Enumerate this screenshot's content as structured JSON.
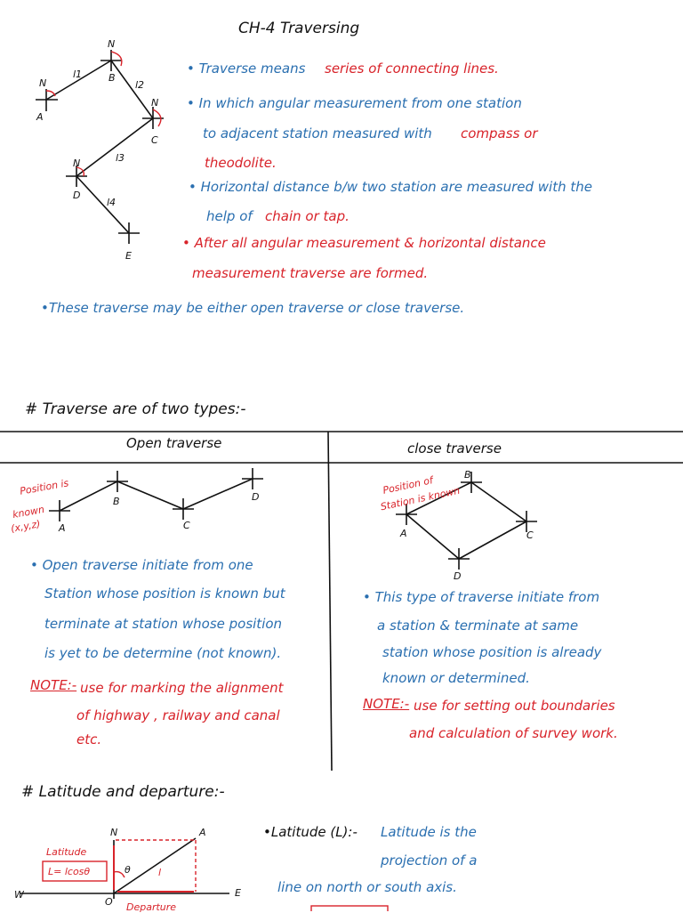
{
  "title": "CH-4 Traversing",
  "intro": {
    "b1_part1": "• Traverse means",
    "b1_part2": "series of connecting lines.",
    "b2_line1": "• In which angular measurement from one station",
    "b2_line2a": "to adjacent station measured with",
    "b2_line2b": "compass or",
    "b2_line3": "theodolite.",
    "b3_line1a": "• Horizontal distance b/w two station are measured with the",
    "b3_line2a": "help of",
    "b3_line2b": "chain or tap.",
    "b4_line1": "• After all angular measurement & horizontal distance",
    "b4_line2": "measurement traverse are formed.",
    "b5": "•These traverse may be either open traverse or close traverse."
  },
  "diagram1": {
    "stations": [
      "A",
      "B",
      "C",
      "D",
      "E"
    ],
    "north": "N",
    "lines": [
      "l1",
      "l2",
      "l3",
      "l4"
    ]
  },
  "types": {
    "heading": "# Traverse are of two types:-",
    "open": {
      "header": "Open traverse",
      "label_line1": "Position is",
      "label_line2": "known",
      "label_line3": "(x,y,z)",
      "stations": [
        "A",
        "B",
        "C",
        "D"
      ],
      "lines": [
        "• Open traverse initiate from one",
        "Station whose position is known but",
        "terminate at station whose position",
        "is yet to be determine (not known)."
      ],
      "note_label": "NOTE:-",
      "note_line1": "use for marking the alignment",
      "note_line2": "of highway , railway and canal",
      "note_line3": "etc."
    },
    "close": {
      "header": "close traverse",
      "label_line1": "Position of",
      "label_line2": "Station is known",
      "stations": [
        "A",
        "B",
        "C",
        "D"
      ],
      "lines": [
        "• This type of traverse initiate from",
        "a station & terminate at same",
        "station whose position is already",
        "known or determined."
      ],
      "note_label": "NOTE:-",
      "note_line1": "use for setting out boundaries",
      "note_line2": "and calculation of survey work."
    }
  },
  "latdep": {
    "heading": "# Latitude and departure:-",
    "lat_label": "•Latitude (L):-",
    "def_line1": "Latitude is the",
    "def_line2": "projection of a",
    "def_line3": "line on north or south axis.",
    "diagram": {
      "north": "N",
      "west": "W",
      "east": "E",
      "origin": "O",
      "point": "A",
      "theta": "θ",
      "length": "l",
      "box_title": "Latitude",
      "formula": "L= lcosθ",
      "departure": "Departure"
    }
  },
  "colors": {
    "blue": "#2a6fb0",
    "red": "#d8232a",
    "black": "#111111"
  }
}
